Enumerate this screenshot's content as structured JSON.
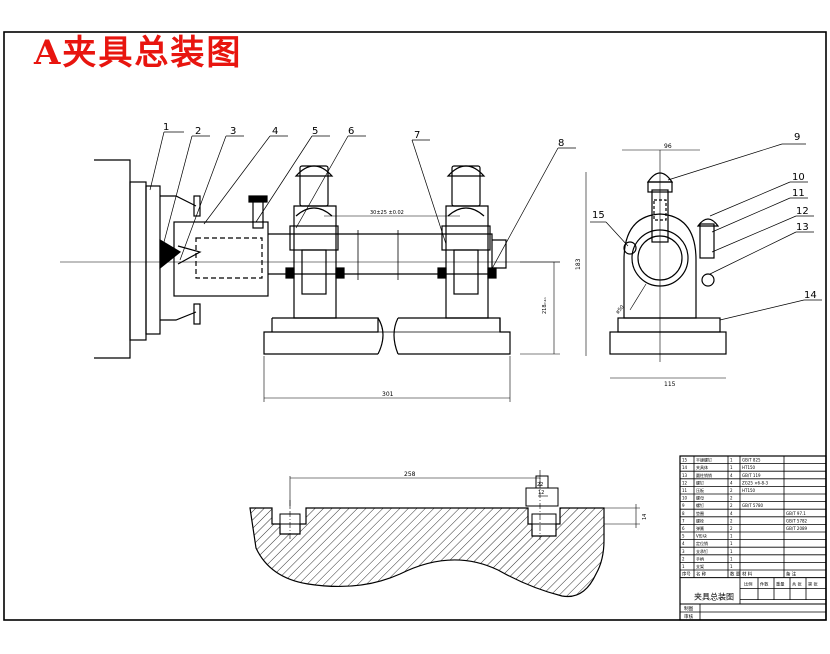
{
  "title": "A夹具总装图",
  "callouts": [
    "1",
    "2",
    "3",
    "4",
    "5",
    "6",
    "7",
    "8",
    "9",
    "10",
    "11",
    "12",
    "13",
    "14",
    "15"
  ],
  "dims": {
    "top_left_width": "301",
    "inner_span": "30±25 ±0.02",
    "left_height": "218ₘ₁ₙ",
    "side_width_top": "96",
    "side_height": "183",
    "side_width_bottom": "115",
    "side_dia": "ø50",
    "section_width": "258",
    "slot_w1": "22",
    "slot_w2": "12",
    "slot_h": "14"
  },
  "title_block": {
    "rows": [
      [
        "15",
        "平键螺钉",
        "1",
        "GB/T 825",
        ""
      ],
      [
        "14",
        "夹具体",
        "1",
        "HT150",
        ""
      ],
      [
        "13",
        "圆柱销销",
        "4",
        "GB/T 119",
        ""
      ],
      [
        "12",
        "螺钉",
        "4",
        "ZG25 ×6-8-3",
        ""
      ],
      [
        "11",
        "压板",
        "2",
        "HT150",
        ""
      ],
      [
        "10",
        "螺母",
        "2",
        "",
        ""
      ],
      [
        "9",
        "螺钉",
        "2",
        "GB/T 5780",
        ""
      ],
      [
        "8",
        "垫圈",
        "4",
        "",
        "GB/T 97.1"
      ],
      [
        "7",
        "螺栓",
        "2",
        "",
        "GB/T 5782"
      ],
      [
        "6",
        "弹簧",
        "2",
        "",
        "GB/T 2089"
      ],
      [
        "5",
        "V形块",
        "1",
        "",
        ""
      ],
      [
        "4",
        "定位销",
        "1",
        "",
        ""
      ],
      [
        "3",
        "支承钉",
        "1",
        "",
        ""
      ],
      [
        "2",
        "手柄",
        "1",
        "",
        ""
      ],
      [
        "1",
        "支架",
        "1",
        "",
        ""
      ]
    ],
    "header": [
      "序号",
      "名 称",
      "数 量",
      "材 料",
      "备 注"
    ],
    "drawing_name": "夹具总装图",
    "labels": [
      "比例",
      "件数",
      "重量",
      "共 张",
      "第 张"
    ],
    "footer": [
      "制图",
      "审核"
    ]
  }
}
